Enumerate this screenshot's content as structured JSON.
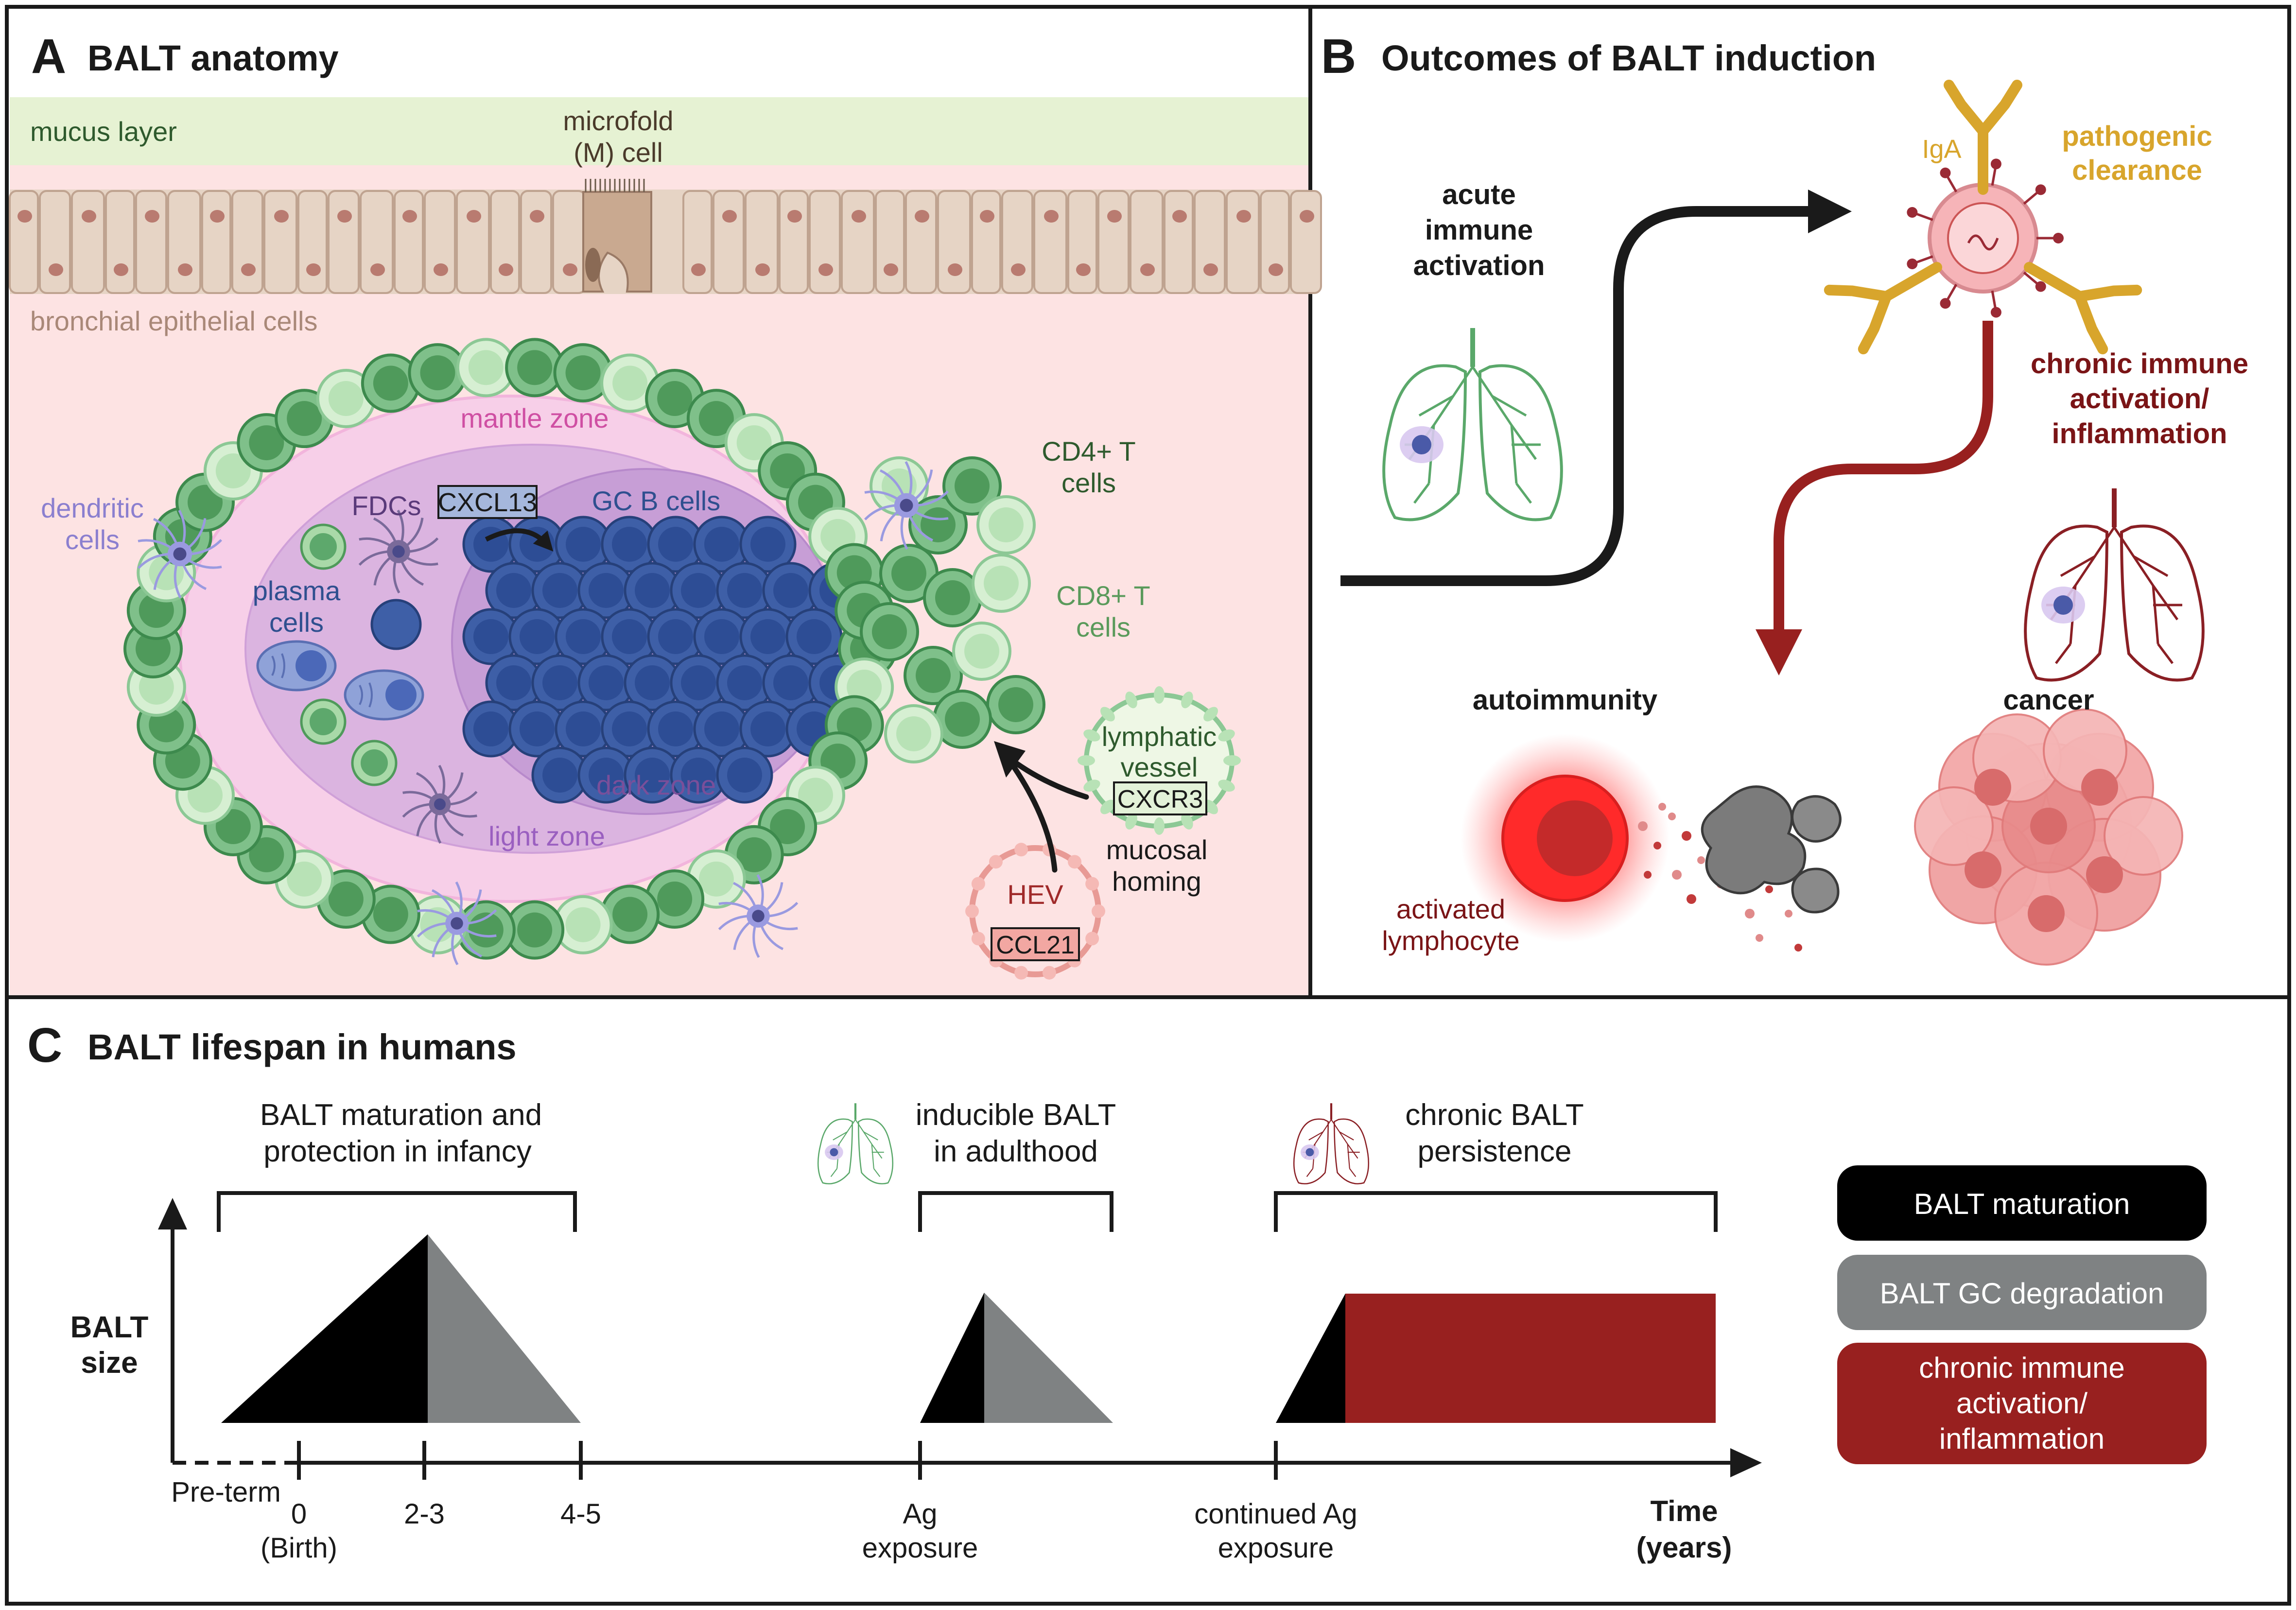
{
  "panelA": {
    "letter": "A",
    "title": "BALT anatomy",
    "mucus_layer": "mucus layer",
    "microfold_1": "microfold",
    "microfold_2": "(M) cell",
    "bronchial": "bronchial epithelial cells",
    "mantle_zone": "mantle zone",
    "dendritic_1": "dendritic",
    "dendritic_2": "cells",
    "fdcs": "FDCs",
    "cxcl13": "CXCL13",
    "gc_b_cells": "GC B cells",
    "plasma_1": "plasma",
    "plasma_2": "cells",
    "dark_zone": "dark zone",
    "light_zone": "light zone",
    "cd4_1": "CD4+ T",
    "cd4_2": "cells",
    "cd8_1": "CD8+ T",
    "cd8_2": "cells",
    "lymphatic_1": "lymphatic",
    "lymphatic_2": "vessel",
    "cxcr3": "CXCR3",
    "mucosal_1": "mucosal",
    "mucosal_2": "homing",
    "hev": "HEV",
    "ccl21": "CCL21"
  },
  "panelB": {
    "letter": "B",
    "title": "Outcomes of BALT induction",
    "acute_1": "acute",
    "acute_2": "immune",
    "acute_3": "activation",
    "iga": "IgA",
    "pathogenic_1": "pathogenic",
    "pathogenic_2": "clearance",
    "chronic_1": "chronic immune",
    "chronic_2": "activation/",
    "chronic_3": "inflammation",
    "autoimmunity": "autoimmunity",
    "cancer": "cancer",
    "activated_1": "activated",
    "activated_2": "lymphocyte"
  },
  "panelC": {
    "letter": "C",
    "title": "BALT lifespan in humans",
    "phase1_1": "BALT maturation and",
    "phase1_2": "protection in infancy",
    "phase2_1": "inducible BALT",
    "phase2_2": "in adulthood",
    "phase3_1": "chronic BALT",
    "phase3_2": "persistence",
    "yaxis_1": "BALT",
    "yaxis_2": "size",
    "tick_preterm": "Pre-term",
    "tick_0": "0",
    "tick_birth": "(Birth)",
    "tick_23": "2-3",
    "tick_45": "4-5",
    "tick_ag_1": "Ag",
    "tick_ag_2": "exposure",
    "tick_cag_1": "continued Ag",
    "tick_cag_2": "exposure",
    "time_1": "Time",
    "time_2": "(years)",
    "legend": [
      {
        "label": "BALT maturation",
        "color": "#000000"
      },
      {
        "label": "BALT GC degradation",
        "color": "#7f8283"
      },
      {
        "label_1": "chronic immune",
        "label_2": "activation/",
        "label_3": "inflammation",
        "color": "#98201f"
      }
    ]
  },
  "colors": {
    "mucus": "#e6f2d3",
    "tissue": "#fde3e3",
    "epithelium": "#e6d4c5",
    "green_text": "#2e5a2d",
    "gold": "#d8a52c",
    "darkred": "#7a1416",
    "purple_text": "#8b5fb0",
    "blue_text": "#2f4f8f"
  }
}
